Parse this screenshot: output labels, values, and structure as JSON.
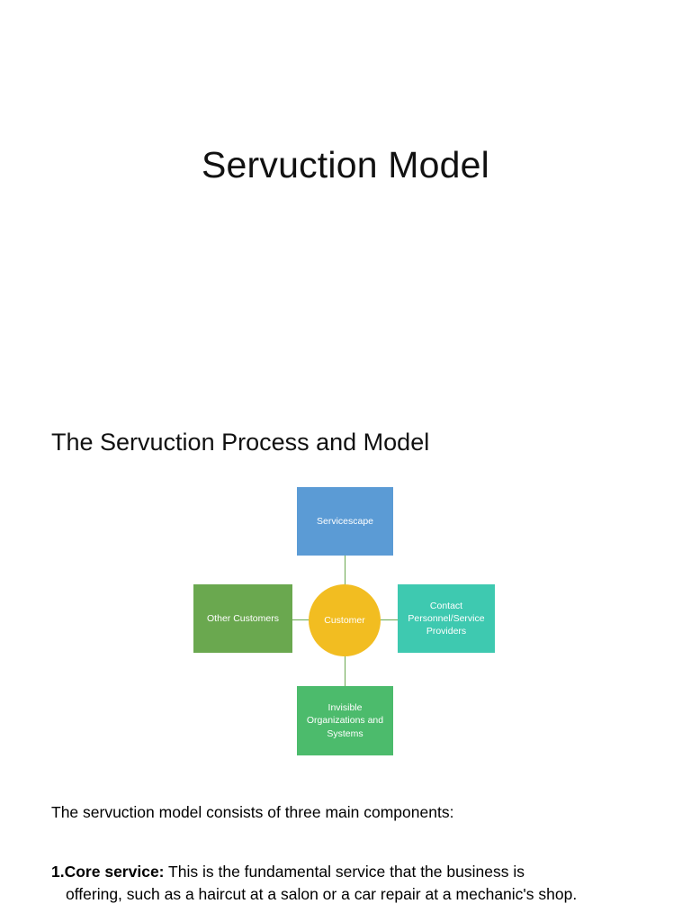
{
  "document": {
    "title": "Servuction Model",
    "section_heading": "The Servuction Process and Model",
    "intro_paragraph": "The servuction model consists of three main components:",
    "list": [
      {
        "number": "1.",
        "term": "Core service:",
        "text_first_line": " This is the fundamental service that the business  is",
        "text_rest": "offering, such as a haircut at a salon or a car repair at a mechanic's shop."
      }
    ]
  },
  "diagram": {
    "type": "servuction-model",
    "nodes": [
      {
        "id": "servicescape",
        "label": "Servicescape",
        "color": "#5b9bd5",
        "position": "top"
      },
      {
        "id": "other-customers",
        "label": "Other Customers",
        "color": "#6aa84f",
        "position": "left"
      },
      {
        "id": "customer",
        "label": "Customer",
        "color": "#f2bd21",
        "position": "center"
      },
      {
        "id": "contact-personnel",
        "label": "Contact Personnel/Service Providers",
        "color": "#3ec9b0",
        "position": "right"
      },
      {
        "id": "invisible-organizations",
        "label": "Invisible Organizations and Systems",
        "color": "#4cbb6c",
        "position": "bottom"
      }
    ],
    "connector_color": "#6aa84f"
  }
}
